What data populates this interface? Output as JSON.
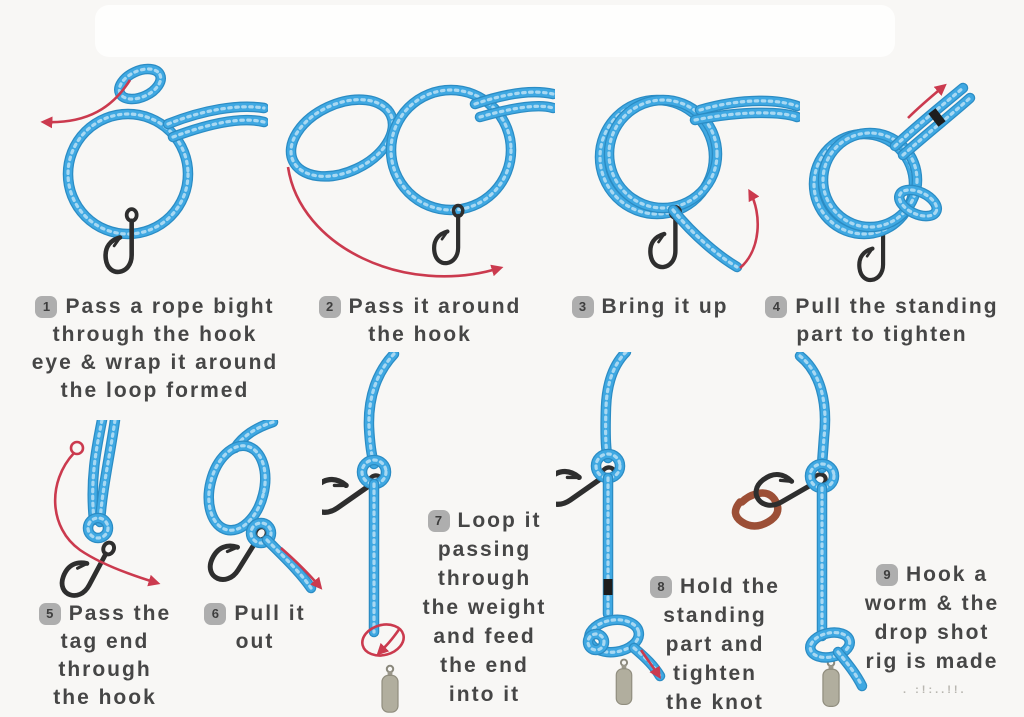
{
  "diagram": {
    "subject": "drop-shot-rig-knot-tying-steps",
    "colors": {
      "rope_blue": "#3fa8e2",
      "rope_blue_dark": "#2b8cc4",
      "arrow_red": "#cb3a4e",
      "hook_black": "#2e2e2e",
      "weight_gray": "#b1ae9e",
      "badge_gray": "#aeaeae",
      "text_gray": "#464646",
      "background": "#f8f7f5"
    }
  },
  "steps": [
    {
      "number": "1",
      "lines": [
        "Pass a rope bight",
        "through the hook",
        "eye & wrap it around",
        "the loop formed"
      ]
    },
    {
      "number": "2",
      "lines": [
        "Pass it around",
        "the hook"
      ]
    },
    {
      "number": "3",
      "lines": [
        "Bring it up"
      ]
    },
    {
      "number": "4",
      "lines": [
        "Pull the standing",
        "part to tighten"
      ]
    },
    {
      "number": "5",
      "lines": [
        "Pass the",
        "tag end",
        "through",
        "the hook"
      ]
    },
    {
      "number": "6",
      "lines": [
        "Pull it",
        "out"
      ]
    },
    {
      "number": "7",
      "lines": [
        "Loop it",
        "passing",
        "through",
        "the weight",
        "and feed",
        "the end",
        "into it"
      ]
    },
    {
      "number": "8",
      "lines": [
        "Hold the",
        "standing",
        "part and",
        "tighten",
        "the knot"
      ]
    },
    {
      "number": "9",
      "lines": [
        "Hook a",
        "worm & the",
        "drop shot",
        "rig is made"
      ]
    }
  ],
  "watermark": ". :!:..!!."
}
